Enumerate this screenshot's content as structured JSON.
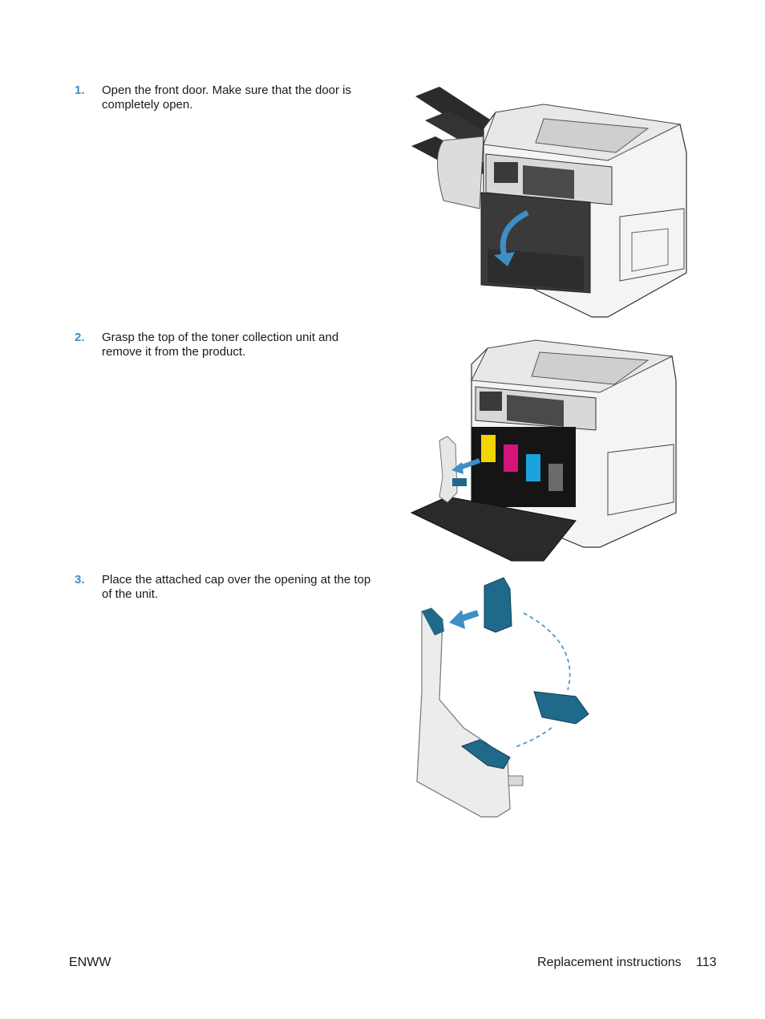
{
  "steps": [
    {
      "number": "1.",
      "text": "Open the front door. Make sure that the door is completely open."
    },
    {
      "number": "2.",
      "text": "Grasp the top of the toner collection unit and remove it from the product."
    },
    {
      "number": "3.",
      "text": "Place the attached cap over the opening at the top of the unit."
    }
  ],
  "footer": {
    "left": "ENWW",
    "section": "Replacement instructions",
    "page": "113"
  },
  "colors": {
    "accent": "#3d8fc6",
    "cap": "#1f6a8a",
    "yellow": "#f2d500",
    "magenta": "#d4147a",
    "cyan": "#1aa3dc"
  }
}
